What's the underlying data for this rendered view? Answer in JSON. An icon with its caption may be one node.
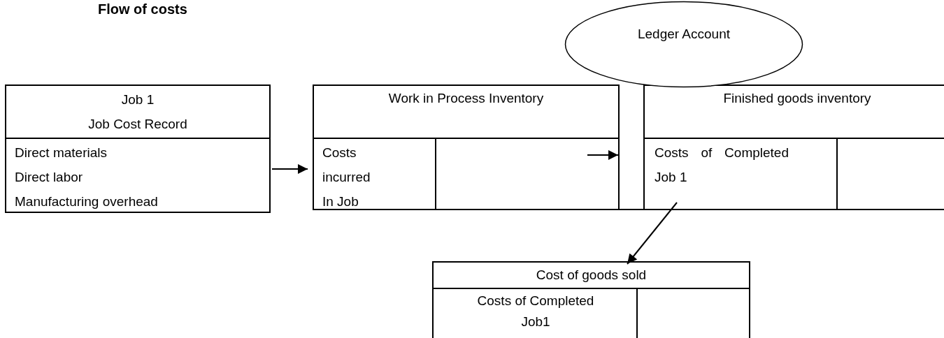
{
  "diagram": {
    "title": "Flow of costs",
    "nodes": [
      {
        "text": [
          "Ledger Account"
        ]
      },
      {
        "text": [
          "Job 1",
          "Job Cost Record",
          "Direct materials",
          "Direct labor",
          "Manufacturing overhead"
        ]
      },
      {
        "text": [
          "Work in Process Inventory",
          "Costs incurred In Job"
        ]
      },
      {
        "text": [],
        "shape": "bar"
      },
      {
        "text": [
          "Finished goods inventory",
          "Costs of Completed Job 1"
        ]
      },
      {
        "text": [
          "Cost of goods sold",
          "Costs of Completed Job1"
        ]
      }
    ],
    "edges": [
      {
        "from": 1,
        "to": 2,
        "arrow": "to"
      },
      {
        "from": 2,
        "to": 3,
        "arrow": "to"
      },
      {
        "from": 4,
        "to": 5,
        "arrow": "to"
      }
    ]
  }
}
